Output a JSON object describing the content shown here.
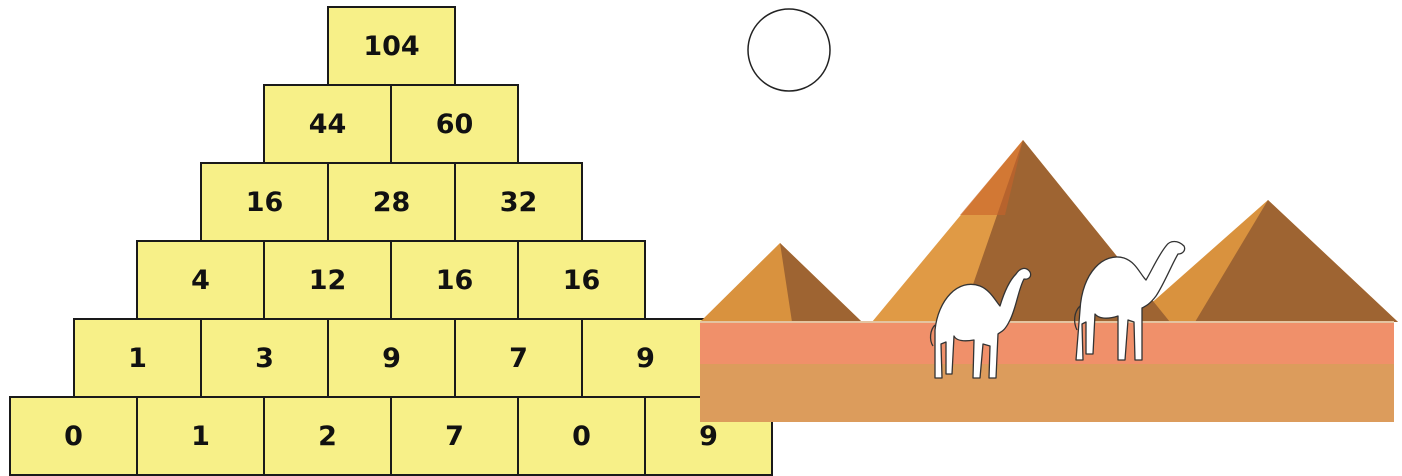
{
  "pyramid": {
    "rows": [
      [
        "104"
      ],
      [
        "44",
        "60"
      ],
      [
        "16",
        "28",
        "32"
      ],
      [
        "4",
        "12",
        "16",
        "16"
      ],
      [
        "1",
        "3",
        "9",
        "7",
        "9"
      ],
      [
        "0",
        "1",
        "2",
        "7",
        "0",
        "9"
      ]
    ],
    "cell_color": "#f7f088",
    "border_color": "#1a1a1a"
  },
  "scene": {
    "sun": "circle-outline",
    "pyramids": 3,
    "camels": 2,
    "colors": {
      "pyramid_light": "#d9923e",
      "pyramid_dark": "#9e6432",
      "sand_top": "#f0906a",
      "sand_bottom": "#dc9c5c"
    }
  }
}
